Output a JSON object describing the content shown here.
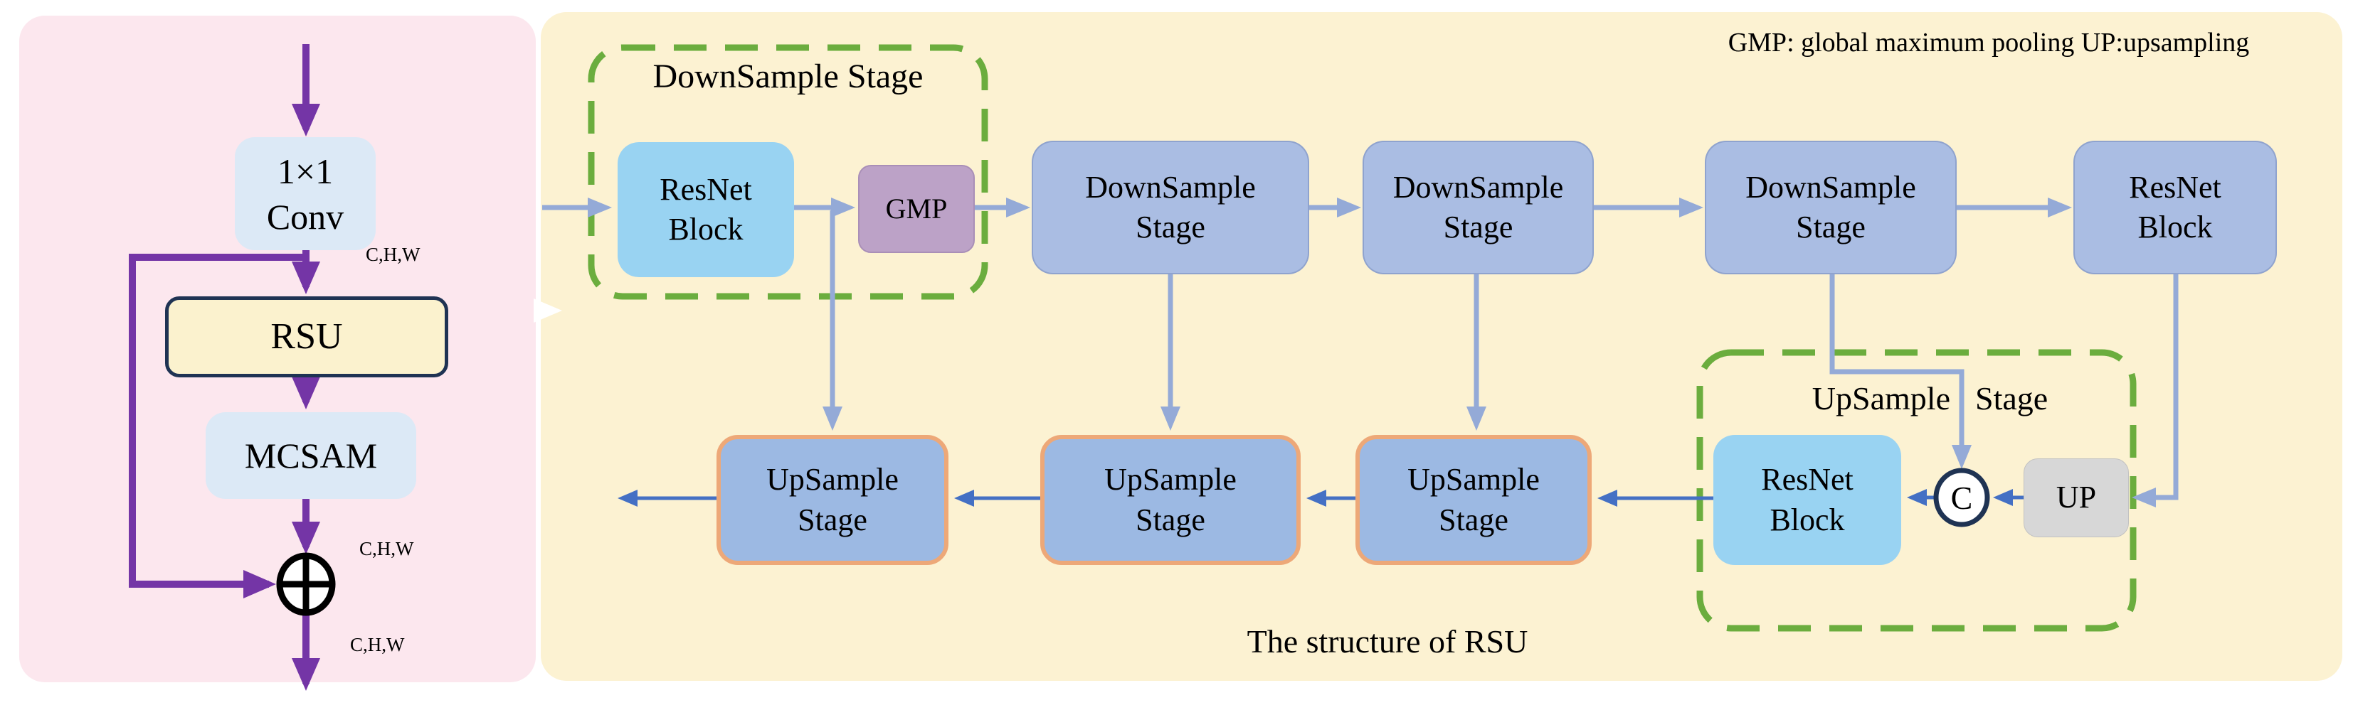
{
  "left_panel": {
    "conv_label": "1×1\nConv",
    "rsu_label": "RSU",
    "mcsam_label": "MCSAM",
    "dims_label": "C,H,W"
  },
  "right_panel": {
    "legend": "GMP: global maximum pooling UP:upsampling",
    "caption": "The structure of RSU",
    "downsample_group_label": "DownSample Stage",
    "upsample_group_word1": "UpSample",
    "upsample_group_word2": "Stage",
    "resnet_block_label": "ResNet\nBlock",
    "gmp_label": "GMP",
    "downsample_stage_label": "DownSample\nStage",
    "upsample_stage_label": "UpSample\nStage",
    "up_label": "UP",
    "concat_label": "C"
  },
  "colors": {
    "pink_panel": "#fce7ee",
    "cream_panel": "#fcf2d2",
    "light_blue_box": "#dce9f6",
    "cyan_box": "#99d3f2",
    "periwinkle_box": "#aabde3",
    "upsample_box": "#9cb9e3",
    "upsample_border_orange": "#eda878",
    "gmp_mauve": "#bca2c7",
    "up_gray": "#d7d7d7",
    "rsu_yellow": "#fbf2ce",
    "navy_border": "#1f3353",
    "purple_arrow": "#7435a6",
    "pale_connector": "#94aad7",
    "dark_connector": "#4470c4",
    "dashed_green": "#6bad3e"
  }
}
